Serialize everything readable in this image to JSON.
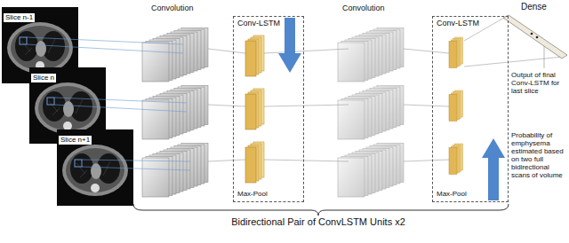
{
  "diagram": {
    "nodes": [
      {
        "text": [
          "Slice n-1"
        ]
      },
      {
        "text": [
          "Slice n"
        ]
      },
      {
        "text": [
          "Slice n+1"
        ]
      },
      {
        "text": [
          "Conv-LSTM",
          "Max-Pool"
        ]
      },
      {
        "text": [
          "Conv-LSTM",
          "Max-Pool"
        ]
      }
    ],
    "labels": [
      "Convolution",
      "Convolution",
      "Dense",
      "Output of final Conv-LSTM for last slice",
      "Probability of emphysema estimated based on two full bidirectional scans of volume",
      "Bidirectional Pair of ConvLSTM Units x2"
    ]
  }
}
